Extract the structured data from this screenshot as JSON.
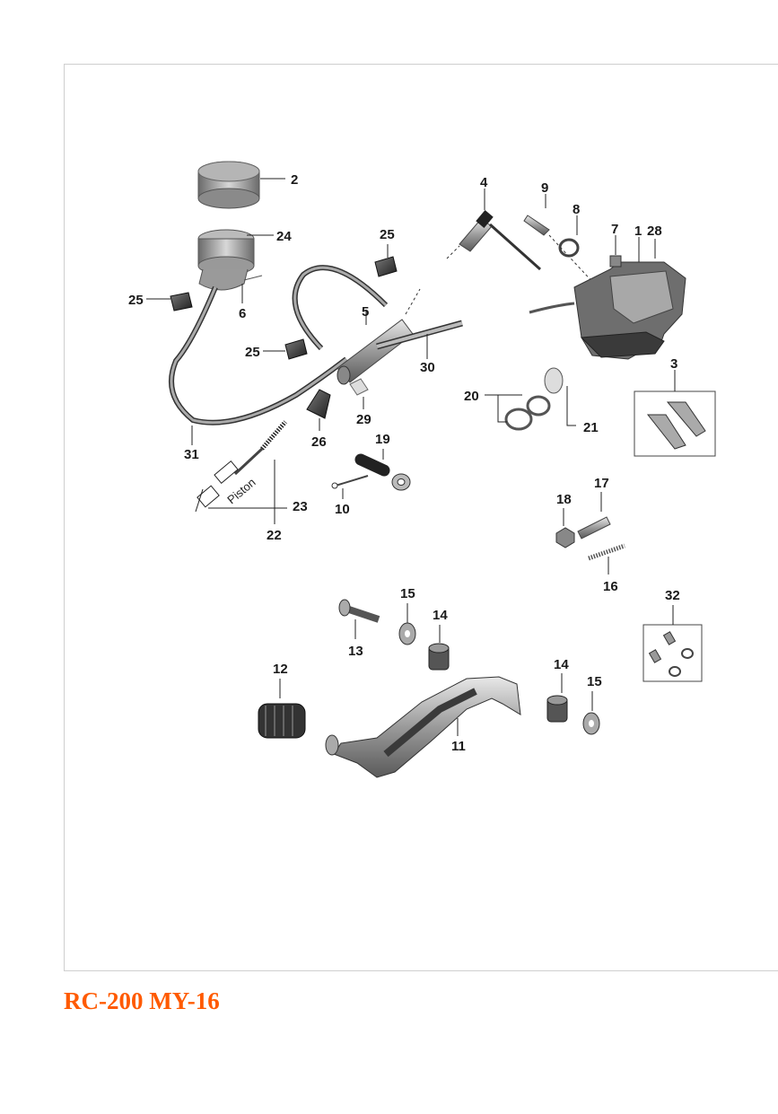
{
  "footer": {
    "model_title": "RC-200 MY-16"
  },
  "diagram": {
    "callouts": {
      "c1": "1",
      "c2": "2",
      "c3": "3",
      "c4": "4",
      "c5": "5",
      "c6": "6",
      "c7": "7",
      "c8": "8",
      "c9": "9",
      "c10": "10",
      "c11": "11",
      "c12": "12",
      "c13": "13",
      "c14a": "14",
      "c14b": "14",
      "c15a": "15",
      "c15b": "15",
      "c16": "16",
      "c17": "17",
      "c18": "18",
      "c19": "19",
      "c20": "20",
      "c21": "21",
      "c22": "22",
      "c23": "23",
      "c24": "24",
      "c25a": "25",
      "c25b": "25",
      "c25c": "25",
      "c26": "26",
      "c28": "28",
      "c29": "29",
      "c30": "30",
      "c31": "31",
      "c32": "32"
    },
    "piston_label": "Piston",
    "colors": {
      "accent": "#ff5a00",
      "frame": "#cfcfcf",
      "part_dark": "#3a3a3a",
      "part_mid": "#8a8a8a",
      "part_light": "#c9c9c9"
    }
  }
}
